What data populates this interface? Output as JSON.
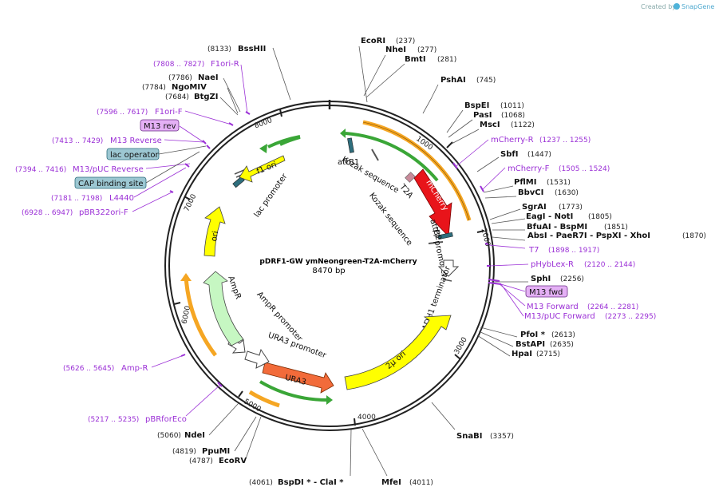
{
  "app": {
    "credit": "Created by",
    "brand": "SnapGene"
  },
  "plasmid": {
    "name": "pDRF1-GW ymNeongreen-T2A-mCherry",
    "size_label": "8470 bp",
    "length": 8470
  },
  "ticks": [
    "1000",
    "2000",
    "3000",
    "4000",
    "5000",
    "6000",
    "7000",
    "8000"
  ],
  "sites": [
    {
      "name": "EcoRI",
      "pos": "(237)"
    },
    {
      "name": "NheI",
      "pos": "(277)"
    },
    {
      "name": "BmtI",
      "pos": "(281)"
    },
    {
      "name": "PshAI",
      "pos": "(745)"
    },
    {
      "name": "BspEI",
      "pos": "(1011)"
    },
    {
      "name": "PasI",
      "pos": "(1068)"
    },
    {
      "name": "MscI",
      "pos": "(1122)"
    },
    {
      "name": "SbfI",
      "pos": "(1447)"
    },
    {
      "name": "PflMI",
      "pos": "(1531)"
    },
    {
      "name": "BbvCI",
      "pos": "(1630)"
    },
    {
      "name": "SgrAI",
      "pos": "(1773)"
    },
    {
      "name": "EagI  - NotI",
      "pos": "(1805)"
    },
    {
      "name": "BfuAI  - BspMI",
      "pos": "(1851)"
    },
    {
      "name": "AbsI  - PaeR7I  - PspXI  - XhoI",
      "pos": "(1870)"
    },
    {
      "name": "SphI",
      "pos": "(2256)"
    },
    {
      "name": "PfoI *",
      "pos": "(2613)"
    },
    {
      "name": "BstAPI",
      "pos": "(2635)"
    },
    {
      "name": "HpaI",
      "pos": "(2715)"
    },
    {
      "name": "SnaBI",
      "pos": "(3357)"
    },
    {
      "name": "MfeI",
      "pos": "(4011)"
    },
    {
      "name": "BspDI *  - ClaI *",
      "pos": "(4061)"
    },
    {
      "name": "EcoRV",
      "pos": "(4787)"
    },
    {
      "name": "PpuMI",
      "pos": "(4819)"
    },
    {
      "name": "NdeI",
      "pos": "(5060)"
    },
    {
      "name": "BtgZI",
      "pos": "(7684)"
    },
    {
      "name": "NgoMIV",
      "pos": "(7784)"
    },
    {
      "name": "NaeI",
      "pos": "(7786)"
    },
    {
      "name": "BssHII",
      "pos": "(8133)"
    }
  ],
  "primers": [
    {
      "name": "mCherry-R",
      "pos": "(1237 .. 1255)"
    },
    {
      "name": "mCherry-F",
      "pos": "(1505 .. 1524)"
    },
    {
      "name": "T7",
      "pos": "(1898 .. 1917)"
    },
    {
      "name": "pHybLex-R",
      "pos": "(2120 .. 2144)"
    },
    {
      "name": "M13 Forward",
      "pos": "(2264 .. 2281)"
    },
    {
      "name": "M13/pUC Forward",
      "pos": "(2273 .. 2295)"
    },
    {
      "name": "Amp-R",
      "pos": "(5626 .. 5645)"
    },
    {
      "name": "pBRforEco",
      "pos": "(5217 .. 5235)"
    },
    {
      "name": "pBR322ori-F",
      "pos": "(6928 .. 6947)"
    },
    {
      "name": "L4440",
      "pos": "(7181 .. 7198)"
    },
    {
      "name": "M13/pUC Reverse",
      "pos": "(7394 .. 7416)"
    },
    {
      "name": "M13 Reverse",
      "pos": "(7413 .. 7429)"
    },
    {
      "name": "F1ori-F",
      "pos": "(7596 .. 7617)"
    },
    {
      "name": "F1ori-R",
      "pos": "(7808 .. 7827)"
    }
  ],
  "boxed_labels": {
    "m13_fwd": "M13 fwd",
    "m13_rev": "M13 rev",
    "lac_operator": "lac operator",
    "cap_site": "CAP binding site"
  },
  "features": {
    "attB1": "attB1",
    "kozak1": "Kozak sequence",
    "kozak2": "Kozak sequence",
    "t2a": "T2A",
    "mcherry": "mCherry",
    "attB2": "attB2",
    "t7_promoter": "T7 promoter",
    "adh1_terminator": "ADH1 terminator",
    "two_micron": "2μ ori",
    "ura3": "URA3",
    "ura3_promoter": "URA3 promoter",
    "ampr_promoter": "AmpR promoter",
    "ampr": "AmpR",
    "ori": "ori",
    "lac_promoter": "lac promoter",
    "f1_ori": "f1 ori"
  },
  "colors": {
    "mcherry": "#e8141a",
    "two_micron": "#ffff00",
    "ura3": "#f26b3a",
    "ampr": "#c6f7c2",
    "ori": "#ffff00",
    "f1_ori": "#ffff00",
    "primer": "#9b30d6",
    "orf": "#f5a623",
    "orf_green": "#3aa637"
  }
}
